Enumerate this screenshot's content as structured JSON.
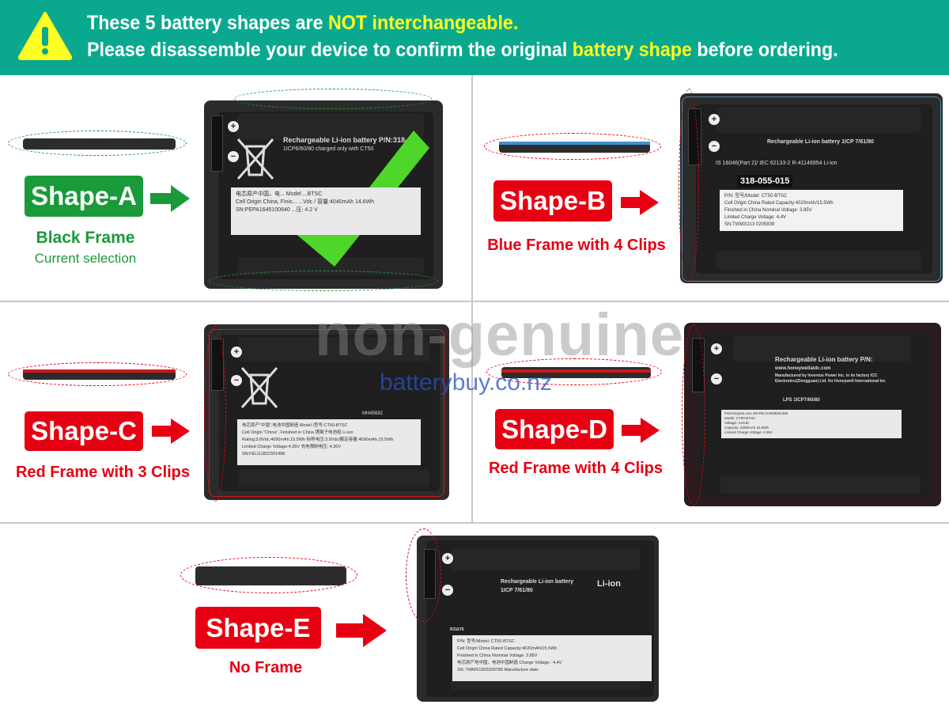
{
  "header": {
    "line1_prefix": "These 5 battery shapes are ",
    "line1_highlight": "NOT interchangeable.",
    "line2_prefix": "Please disassemble your device to confirm the original ",
    "line2_highlight": "battery shape",
    "line2_suffix": " before ordering.",
    "warning_icon": "warning-triangle-icon"
  },
  "colors": {
    "header_bg": "#0aa98f",
    "highlight": "#ffff22",
    "green": "#1a9a3a",
    "red": "#e60012"
  },
  "watermark": {
    "text1": "non-genuine",
    "text2": "batterybuy.co.nz"
  },
  "shapes": {
    "a": {
      "label": "Shape-A",
      "caption": "Black Frame",
      "subcaption": "Current selection",
      "selected": true,
      "battery": {
        "title": "Rechargeable Li-ion battery  P/N:318-05",
        "sub": "1ICP6/60/80   charged only with CT50",
        "label_lines": [
          "电芯原产中国，电...           Model ...BTSC",
          "Cell Origin China, Finis...     ...Vdc / 容量:4040mAh 14.6Wh",
          "SN:PEPA1645100640              ...压: 4.2 V"
        ]
      }
    },
    "b": {
      "label": "Shape-B",
      "caption": "Blue Frame with 4 Clips",
      "battery": {
        "title": "Rechargeable Li-ion battery   1ICP 7/61/80",
        "sub": "IS 16046(Part 2)/ IEC 62133-2   R-41148954   Li-ion",
        "pn": "318-055-015",
        "label_lines": [
          "P/N:                              型号/Model: CT50-BTSC",
          "Cell Origin China        Rated Capacity:4020mAh/15.5Wh",
          "Finished in China        Nominal Voltage: 3.85V",
          "                         Limited Charge Voltage: 4.4V",
          "                                    SN:TWMX213 0205839"
        ]
      }
    },
    "c": {
      "label": "Shape-C",
      "caption": "Red Frame with 3 Clips",
      "battery": {
        "title": "",
        "sub": "MH45692",
        "label_lines": [
          "电芯原产\"中国\",电池中国制造       Model /型号:CT50-BTSC",
          "Cell Origin \"China\", Finished in China   锂离子电池组  Li-ion",
          "Rating:3.8Vdc,4090mAh,15.5Wh      标称电压:3.8Vdc/额定容量:4090mAh,15.5Wh",
          "Limited Charge Voltage:4.36V      充电限制电压: 4.36V",
          "SN:FELG1822301498"
        ]
      }
    },
    "d": {
      "label": "Shape-D",
      "caption": "Red Frame with 4 Clips",
      "battery": {
        "title": "Rechargeable Li-ion battery  P/N:",
        "sub": "www.honeywellaidc.com",
        "sub2": "Manufactured by Inventus Power Inc. in its factory ICC Electronics(Dongguan) Ltd. for Honeywell International Inc",
        "sub3": "LPS  1ICP7/60/80",
        "label_lines": [
          "Pat:hsmpats.com                         SN:FELG1908631380",
          "Model: CT50-BTSC",
          "Voltage: 3.8Vdc",
          "Capacity: 4090mAh 15.5Wh",
          "Limited Charge Voltage: 4.35V"
        ]
      }
    },
    "e": {
      "label": "Shape-E",
      "caption": "No Frame",
      "battery": {
        "title": "Rechargeable Li-ion battery",
        "sub": "1ICP 7/61/80",
        "sub2": "Li-ion",
        "sub3": "R31676",
        "label_lines": [
          "P/N:                    型号/Model: CT50-BTSC",
          "Cell Origin China       Rated Capacity:4020mAh/15.5Wh",
          "Finished in China       Nominal Voltage: 3.85V",
          "电芯原产地中国，电池中国制造   Charge Voltage : 4.4V",
          "SN: TWMX1903300789      Manufacture date:"
        ]
      }
    }
  }
}
